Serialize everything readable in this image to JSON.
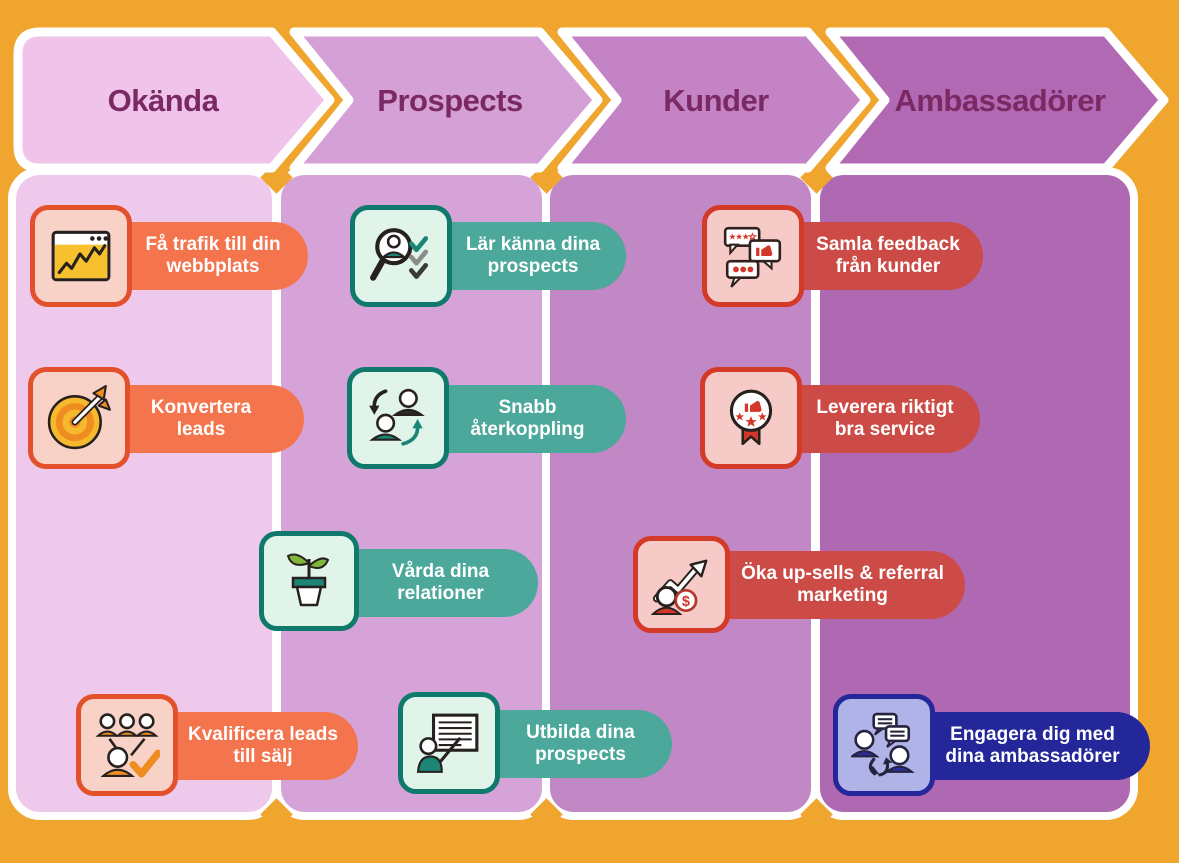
{
  "background_color": "#F0A62E",
  "header_text_color": "#7A2963",
  "stages": [
    {
      "label": "Okända",
      "arrow_color": "#EFC3EA",
      "panel_color": "#EFC9EC",
      "accent_color": "#F4744E",
      "accent_dark": "#E2502C",
      "accent_light": "#F9D2C7"
    },
    {
      "label": "Prospects",
      "arrow_color": "#D5A0D6",
      "panel_color": "#D5A3D8",
      "accent_color": "#4BA89B",
      "accent_dark": "#0F7A6C",
      "accent_light": "#E0F4EA"
    },
    {
      "label": "Kunder",
      "arrow_color": "#C383C5",
      "panel_color": "#C287C5",
      "accent_color": "#CD4B47",
      "accent_dark": "#D43A28",
      "accent_light": "#F6CBC7"
    },
    {
      "label": "Ambassadörer",
      "arrow_color": "#B269B4",
      "panel_color": "#AF69B3",
      "accent_color": "#232799",
      "accent_dark": "#232799",
      "accent_light": "#AFB3E7"
    }
  ],
  "steps": [
    {
      "stage": "Okända",
      "label": "Få trafik till din webbplats",
      "icon": "browser-traffic-chart-icon"
    },
    {
      "stage": "Okända",
      "label": "Konvertera leads",
      "icon": "target-arrow-icon"
    },
    {
      "stage": "Okända",
      "label": "Kvalificera leads till sälj",
      "icon": "qualify-people-check-icon"
    },
    {
      "stage": "Prospects",
      "label": "Lär känna dina prospects",
      "icon": "magnifier-person-checklist-icon"
    },
    {
      "stage": "Prospects",
      "label": "Snabb återkoppling",
      "icon": "people-exchange-arrows-icon"
    },
    {
      "stage": "Prospects",
      "label": "Vårda dina relationer",
      "icon": "growing-plant-icon"
    },
    {
      "stage": "Prospects",
      "label": "Utbilda dina prospects",
      "icon": "presentation-teacher-icon"
    },
    {
      "stage": "Kunder",
      "label": "Samla feedback från kunder",
      "icon": "feedback-chat-bubbles-icon"
    },
    {
      "stage": "Kunder",
      "label": "Leverera riktigt bra service",
      "icon": "award-thumbs-up-icon"
    },
    {
      "stage": "Kunder",
      "label": "Öka up-sells & referral marketing",
      "icon": "growth-dollar-person-icon"
    },
    {
      "stage": "Ambassadörer",
      "label": "Engagera dig med dina ambassadörer",
      "icon": "people-chat-engage-icon"
    }
  ]
}
